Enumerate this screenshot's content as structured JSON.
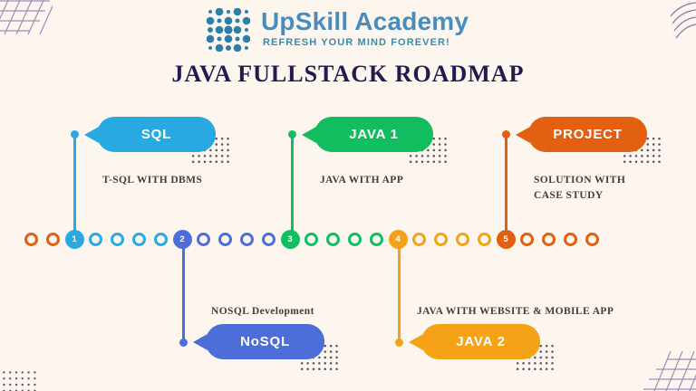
{
  "header": {
    "brand": "UpSkill Academy",
    "tagline": "REFRESH YOUR MIND FOREVER!",
    "title": "JAVA FULLSTACK ROADMAP"
  },
  "milestones": [
    {
      "number": "1",
      "label": "SQL",
      "description": "T-SQL WITH DBMS",
      "color": "#29A9E1",
      "side": "top"
    },
    {
      "number": "2",
      "label": "NoSQL",
      "description": "NOSQL Development",
      "color": "#4D6ED9",
      "side": "bottom"
    },
    {
      "number": "3",
      "label": "JAVA 1",
      "description": "JAVA WITH APP",
      "color": "#12BD5F",
      "side": "top"
    },
    {
      "number": "4",
      "label": "JAVA 2",
      "description": "JAVA WITH WEBSITE & MOBILE APP",
      "color": "#F5A216",
      "side": "bottom"
    },
    {
      "number": "5",
      "label": "PROJECT",
      "description": "SOLUTION WITH CASE STUDY",
      "color": "#E2600F",
      "side": "top"
    }
  ],
  "timeline": {
    "circles": [
      {
        "type": "open",
        "color": "#E2600F"
      },
      {
        "type": "open",
        "color": "#E2600F"
      },
      {
        "type": "filled",
        "color": "#29A9E1",
        "number": "1"
      },
      {
        "type": "open",
        "color": "#29A9E1"
      },
      {
        "type": "open",
        "color": "#29A9E1"
      },
      {
        "type": "open",
        "color": "#29A9E1"
      },
      {
        "type": "open",
        "color": "#29A9E1"
      },
      {
        "type": "filled",
        "color": "#4D6ED9",
        "number": "2"
      },
      {
        "type": "open",
        "color": "#4D6ED9"
      },
      {
        "type": "open",
        "color": "#4D6ED9"
      },
      {
        "type": "open",
        "color": "#4D6ED9"
      },
      {
        "type": "open",
        "color": "#4D6ED9"
      },
      {
        "type": "filled",
        "color": "#12BD5F",
        "number": "3"
      },
      {
        "type": "open",
        "color": "#12BD5F"
      },
      {
        "type": "open",
        "color": "#12BD5F"
      },
      {
        "type": "open",
        "color": "#12BD5F"
      },
      {
        "type": "open",
        "color": "#12BD5F"
      },
      {
        "type": "filled",
        "color": "#F5A216",
        "number": "4"
      },
      {
        "type": "open",
        "color": "#F5A216"
      },
      {
        "type": "open",
        "color": "#F5A216"
      },
      {
        "type": "open",
        "color": "#F5A216"
      },
      {
        "type": "open",
        "color": "#F5A216"
      },
      {
        "type": "filled",
        "color": "#E2600F",
        "number": "5"
      },
      {
        "type": "open",
        "color": "#E2600F"
      },
      {
        "type": "open",
        "color": "#E2600F"
      },
      {
        "type": "open",
        "color": "#E2600F"
      },
      {
        "type": "open",
        "color": "#E2600F"
      }
    ]
  },
  "colors": {
    "background": "#FCF6EF",
    "brand_blue": "#4A8CBA",
    "tagline_teal": "#3A8BA8",
    "logo_dot": "#2E7FA8",
    "title_text": "#251A4D",
    "description_text": "#443D3B",
    "decoration_purple": "#A18CB9",
    "decoration_dot": "#5A5164"
  }
}
